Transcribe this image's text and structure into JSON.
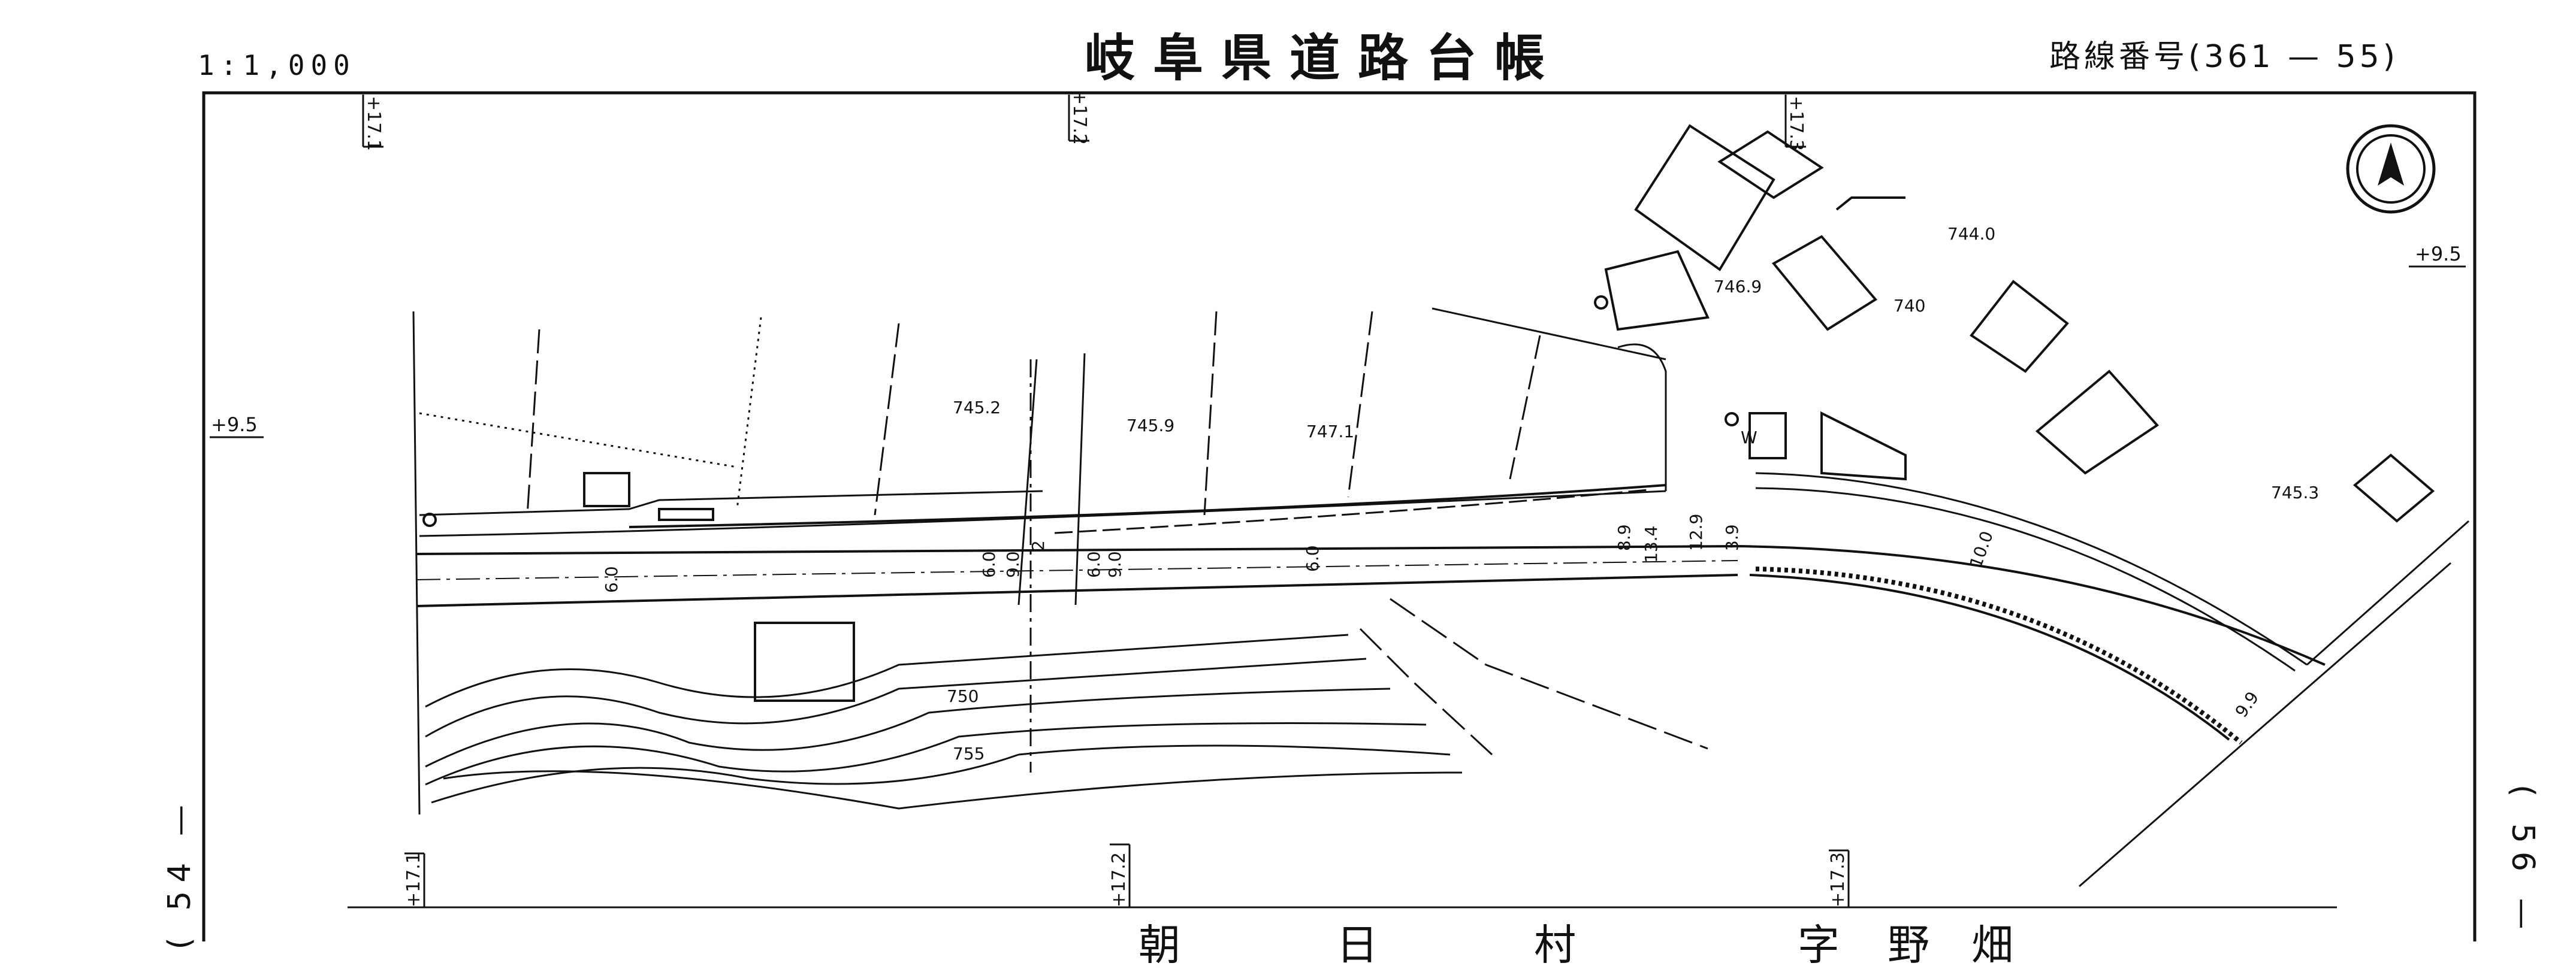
{
  "header": {
    "title": "岐阜県道路台帳",
    "scale": "1:1,000",
    "route_number": "路線番号(361 — 55)"
  },
  "edge_labels": {
    "left_sheet": "( 54 —",
    "right_sheet": "( 56 —"
  },
  "compass": {
    "icon": "north-arrow-icon"
  },
  "station_marks": {
    "top": [
      "+17.1",
      "+17.2",
      "+17.3"
    ],
    "bottom": [
      "+17.1",
      "+17.2",
      "+17.3"
    ],
    "offset_left": "+9.5",
    "offset_right": "+9.5"
  },
  "elevations": [
    "745.2",
    "745.9",
    "747.1",
    "744.0",
    "746.9",
    "740",
    "745.3"
  ],
  "contours": [
    "750",
    "755"
  ],
  "widths": [
    "6.0",
    "6.0",
    "9.0",
    "2",
    "9.0",
    "6.0",
    "6.0",
    "8.9",
    "13.4",
    "12.9",
    "3.9",
    "10.0",
    "9.9"
  ],
  "place_names": [
    "朝",
    "日",
    "村",
    "字",
    "野",
    "畑"
  ],
  "symbols": {
    "water": "W"
  }
}
